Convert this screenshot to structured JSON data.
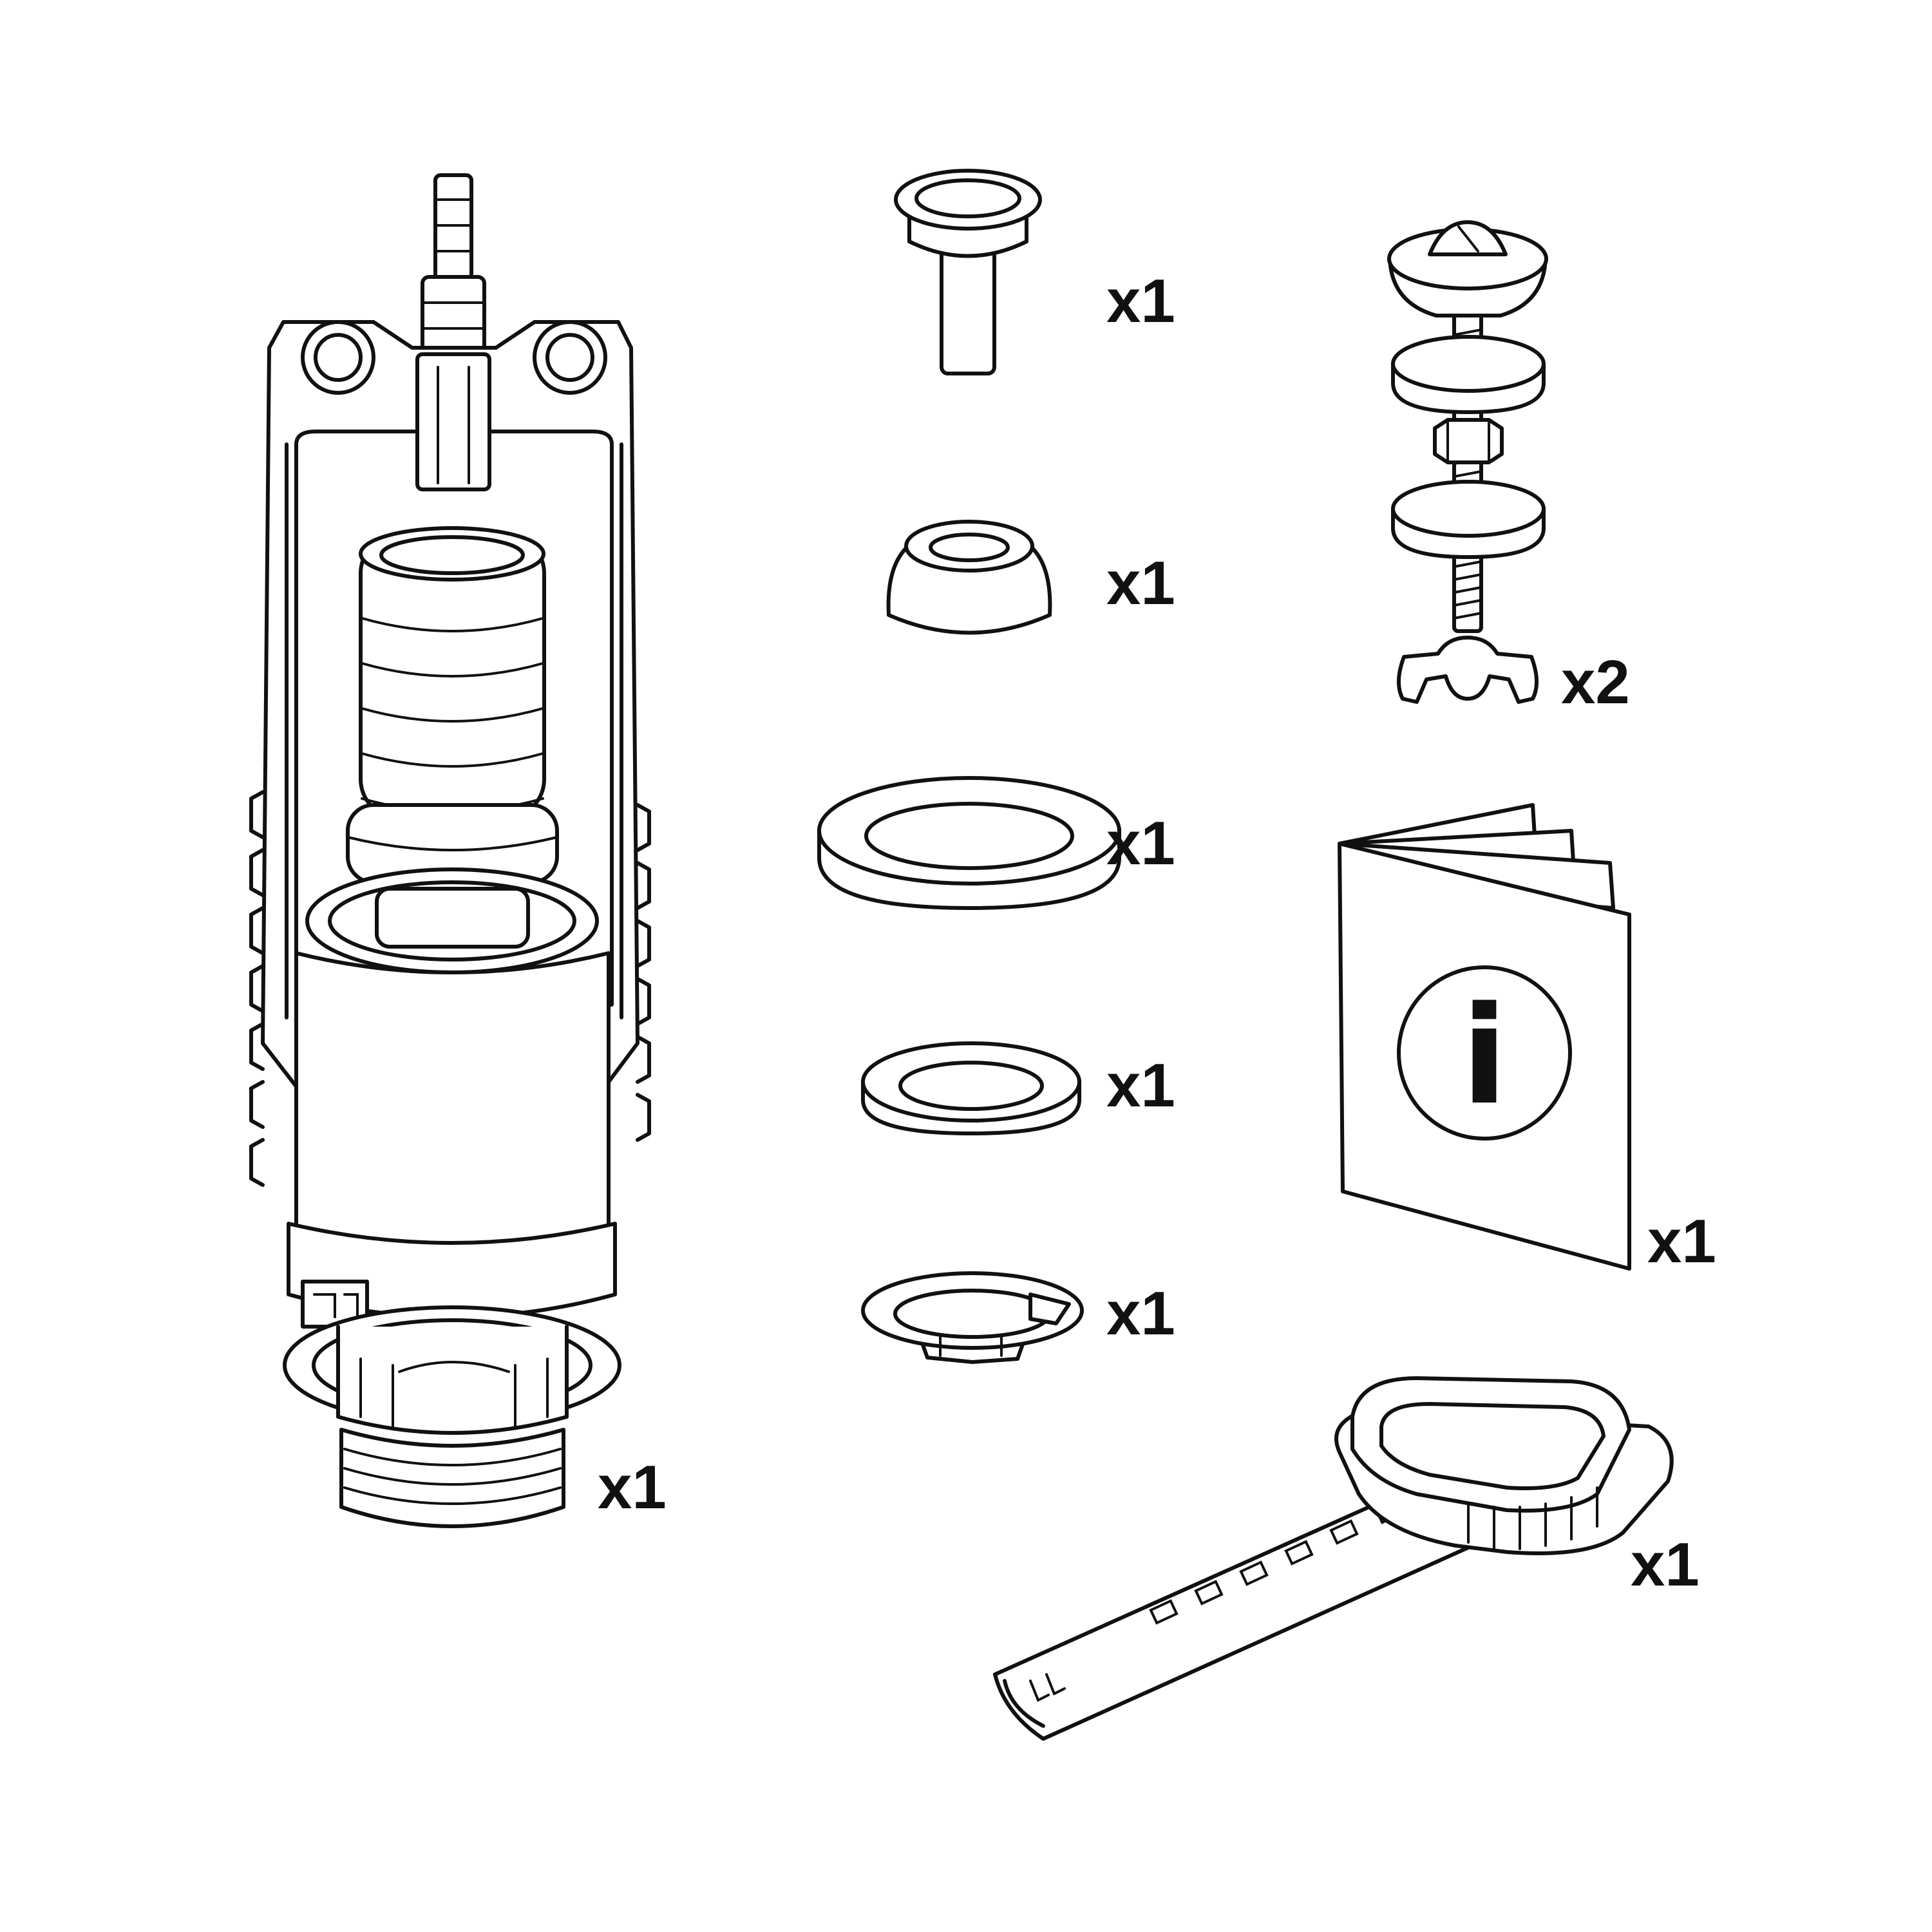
{
  "parts": [
    {
      "id": "flush-valve",
      "quantity_label": "x1"
    },
    {
      "id": "push-button",
      "quantity_label": "x1"
    },
    {
      "id": "cone-seal",
      "quantity_label": "x1"
    },
    {
      "id": "large-gasket",
      "quantity_label": "x1"
    },
    {
      "id": "small-gasket",
      "quantity_label": "x1"
    },
    {
      "id": "lock-ring",
      "quantity_label": "x1"
    },
    {
      "id": "tank-bolt-set",
      "quantity_label": "x2"
    },
    {
      "id": "instruction-leaflet",
      "quantity_label": "x1",
      "symbol": "i"
    },
    {
      "id": "installation-wrench",
      "quantity_label": "x1"
    }
  ],
  "colors": {
    "line": "#111111",
    "background": "#ffffff"
  }
}
